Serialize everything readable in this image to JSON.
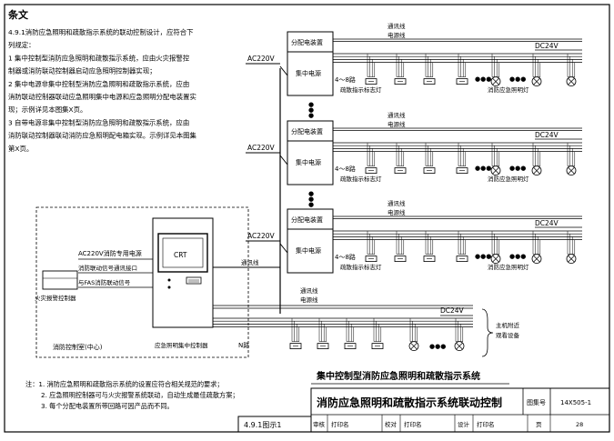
{
  "section_title": "条文",
  "clause_heading": "4.9.1消防应急照明和疏散指示系统的联动控制设计，应符合下列规定：",
  "clause_lines": [
    "4.9.1消防应急照明和疏散指示系统的联动控制设计，应符合下",
    "列规定：",
    "1  集中控制型消防应急照明和疏散指示系统，应由火灾报警控",
    "制器或消防联动控制器启动应急照明控制器实现；",
    "2  集中电源非集中控制型消防应急照明和疏散指示系统，应由",
    "消防联动控制器联动应急照明集中电源和应急照明分配电装置实",
    "现；示例详见本图集X页。",
    "3  自带电源非集中控制型消防应急照明和疏散指示系统，应由",
    "消防联动控制器联动消防应急照明配电箱实现。示例详见本图集",
    "第X页。"
  ],
  "diagram": {
    "power_label": "AC220V",
    "distribution_box": "分配电装置",
    "central_power": "集中电源",
    "comm_line": "通讯线",
    "power_line": "电源线",
    "dc_label": "DC24V",
    "loops_label": "4～8路",
    "exit_sign_label": "疏散指示标志灯",
    "emergency_light_label": "消防应急照明灯",
    "dots": "●●●",
    "control_room": "消防控制室(中心)",
    "controller_power": "AC220V消防专用电源",
    "comm_interface": "消防联动信号通讯接口",
    "fas_signal": "与FAS消防联动信号",
    "fire_alarm_controller": "火灾报警控制器",
    "crt": "CRT",
    "central_controller": "应急照明集中控制器",
    "n_loops": "N路",
    "remarks": "主机附近\n观看设备",
    "system_title": "集中控制型消防应急照明和疏散指示系统"
  },
  "notes": [
    "注：1. 消防应急照明和疏散指示系统的设置应符合相关规范的要求；",
    "2. 应急照明控制器可与火灾报警系统联动，自动生成最佳疏散方案；",
    "3. 每个分配电装置所带回路可因产品而不同。"
  ],
  "title_block": {
    "drawing_title": "消防应急照明和疏散指示系统联动控制",
    "atlas_label": "图集号",
    "atlas_no": "14X505-1",
    "figure_label": "4.9.1图示1",
    "review_label": "审核",
    "check_label": "校对",
    "design_label": "设计",
    "signer": "打印名",
    "page_label": "页",
    "page_no": "28"
  }
}
